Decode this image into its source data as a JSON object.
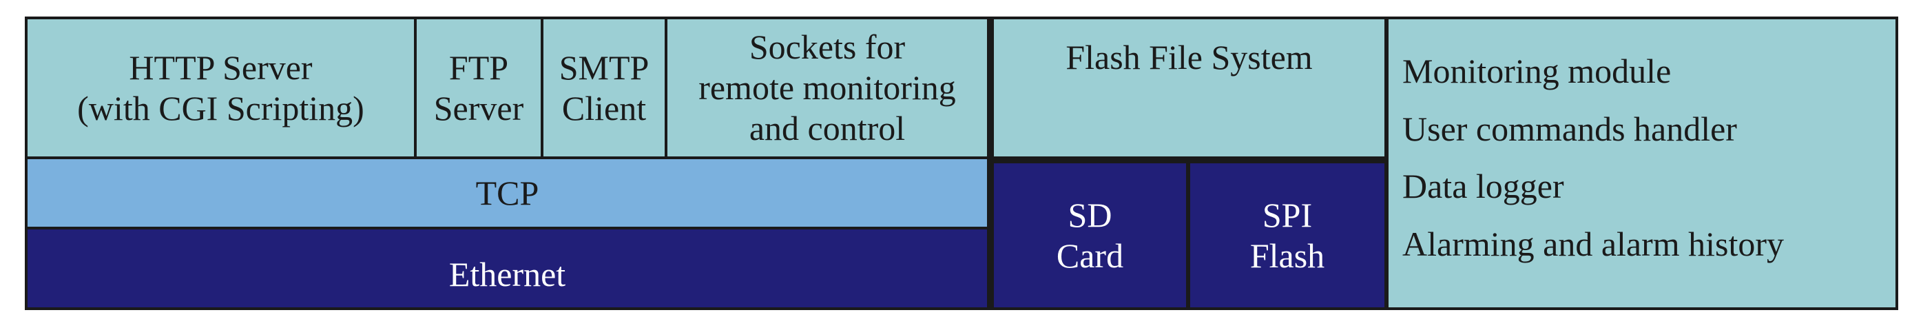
{
  "protocol_layer": {
    "http": [
      "HTTP Server",
      "(with CGI Scripting)"
    ],
    "ftp": [
      "FTP",
      "Server"
    ],
    "smtp": [
      "SMTP",
      "Client"
    ],
    "sockets": [
      "Sockets for",
      "remote monitoring",
      "and control"
    ]
  },
  "transport": {
    "tcp": "TCP",
    "ethernet": "Ethernet"
  },
  "storage": {
    "filesystem": "Flash File System",
    "sd_card": [
      "SD",
      "Card"
    ],
    "spi_flash": [
      "SPI",
      "Flash"
    ]
  },
  "modules": [
    "Monitoring module",
    "User commands handler",
    "Data logger",
    "Alarming and alarm history"
  ],
  "colors": {
    "light_cyan": "#9ccfd4",
    "tcp_blue": "#7bb1de",
    "dark_navy": "#211f78",
    "border": "#1a1a1a"
  }
}
